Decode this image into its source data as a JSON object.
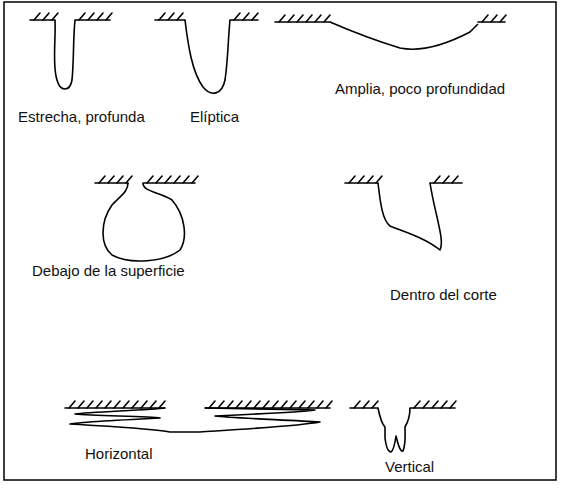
{
  "diagram": {
    "labels": [
      "Estrecha, profunda",
      "Elíptica",
      "Amplia, poco profundidad",
      "Debajo de la superficie",
      "Dentro del corte",
      "Horizontal",
      "Vertical"
    ]
  }
}
